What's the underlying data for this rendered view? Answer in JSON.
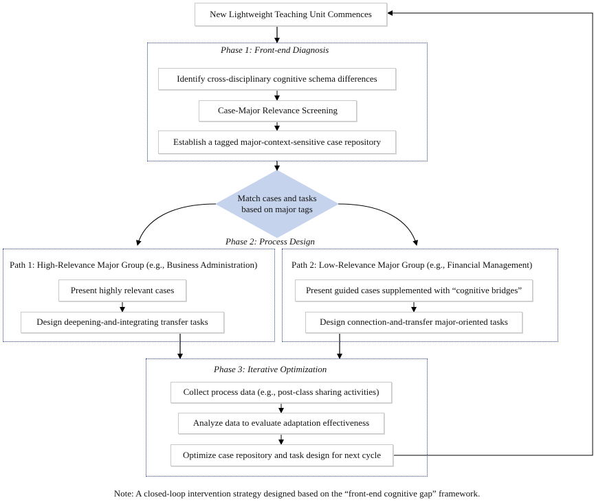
{
  "start": "New Lightweight Teaching Unit Commences",
  "phase1": {
    "title": "Phase 1: Front-end Diagnosis",
    "steps": [
      "Identify cross-disciplinary cognitive schema differences",
      "Case-Major Relevance Screening",
      "Establish a tagged major-context-sensitive case repository"
    ]
  },
  "decision": {
    "line1": "Match cases and tasks",
    "line2": "based on major tags"
  },
  "phase2": {
    "title": "Phase 2: Process Design",
    "path1": {
      "title": "Path 1: High-Relevance Major Group (e.g., Business Administration)",
      "steps": [
        "Present highly relevant cases",
        "Design deepening-and-integrating  transfer tasks"
      ]
    },
    "path2": {
      "title": "Path 2: Low-Relevance Major Group (e.g., Financial Management)",
      "steps": [
        "Present guided cases supplemented with “cognitive bridges”",
        "Design connection-and-transfer major-oriented tasks"
      ]
    }
  },
  "phase3": {
    "title": "Phase 3: Iterative Optimization",
    "steps": [
      "Collect process data (e.g., post-class sharing activities)",
      "Analyze data to evaluate adaptation effectiveness",
      "Optimize case repository and task design for next cycle"
    ]
  },
  "note": "Note: A closed-loop intervention strategy designed based on the “front-end cognitive gap” framework.",
  "colors": {
    "phase_border": "#2b3d8f",
    "diamond_fill": "#c6d3ec",
    "arrow": "#000000"
  }
}
